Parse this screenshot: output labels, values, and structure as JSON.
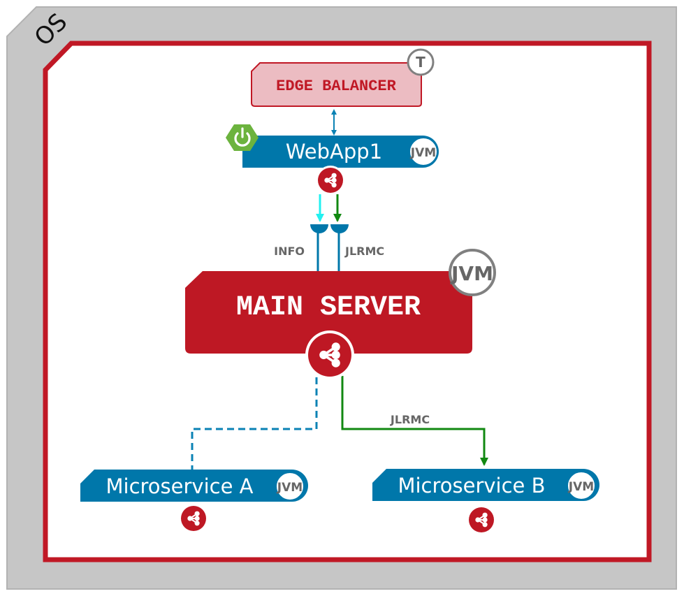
{
  "colors": {
    "os_fill": "#c6c6c6",
    "os_border": "#b2b2b2",
    "container_border": "#c01825",
    "container_fill": "#ffffff",
    "edge_fill": "#ecbcc2",
    "edge_text": "#c01825",
    "server_fill": "#be1824",
    "service_fill": "#0077aa",
    "spring_green": "#6cb33e",
    "badge_gray": "#808080",
    "badge_text": "#666666",
    "info_arrow": "#22f0f0",
    "jlrmc_arrow": "#118811",
    "dashed_link": "#0a82b4",
    "label_text": "#666666"
  },
  "os": {
    "label": "OS"
  },
  "edge_balancer": {
    "label": "EDGE BALANCER",
    "badge": "T"
  },
  "webapp": {
    "label": "WebApp1",
    "badge": "JVM",
    "framework_icon": "spring-power-icon",
    "share_icon": "share-icon"
  },
  "connectors": {
    "info_label": "INFO",
    "jlrmc_label": "JLRMC",
    "microservice_b_link_label": "JLRMC"
  },
  "main_server": {
    "label": "MAIN SERVER",
    "badge": "JVM",
    "share_icon": "share-icon"
  },
  "microservices": [
    {
      "label": "Microservice A",
      "badge": "JVM",
      "share_icon": "share-icon",
      "link_style": "dashed"
    },
    {
      "label": "Microservice B",
      "badge": "JVM",
      "share_icon": "share-icon",
      "link_style": "solid-arrow"
    }
  ]
}
